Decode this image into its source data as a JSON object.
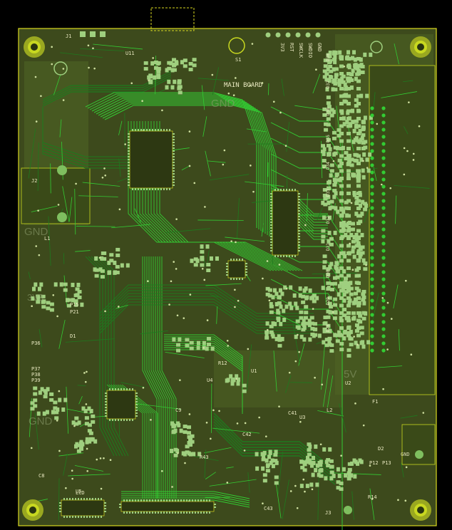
{
  "colors": {
    "background": "#000000",
    "board": "#3d4a1c",
    "copper_pour": "#4f6424",
    "trace_bright": "#33cc33",
    "trace_dark": "#1e7a1e",
    "pad": "#9fcf7f",
    "mount_hole": "#c8d820",
    "outline_yellow": "#d8d820",
    "silkscreen": "#e8e8c0"
  },
  "labels": {
    "main_board": "MAIN BOARD",
    "gnd_top": "GND",
    "gnd_left": "GND",
    "gnd_left2": "GND",
    "gnd_right": "GND",
    "v5": "5V",
    "vcc_left": "3V3",
    "j1": "J1",
    "j2": "J2",
    "j3": "J3",
    "u1": "U1",
    "u2": "U2",
    "u3": "U3",
    "u4": "U4",
    "u5": "U5",
    "u11": "U11",
    "l1": "L1",
    "l2": "L2",
    "f1": "F1",
    "s1": "S1",
    "d1": "D1",
    "d2": "D2",
    "p36": "P36",
    "p37": "P37",
    "p38": "P38",
    "p39": "P39",
    "p12": "P12",
    "p13": "P13",
    "p15": "P15",
    "p21": "P21",
    "r12": "R12",
    "r14": "R14",
    "r43": "R43",
    "c8": "C8",
    "c9": "C9",
    "c41": "C41",
    "c42": "C42",
    "c43": "C43",
    "lcd": "LCD"
  },
  "header_labels": [
    "GND",
    "SWDIO",
    "SWCLK",
    "RST",
    "3V3"
  ],
  "led_labels": [
    "D38",
    "D37",
    "D36",
    "D35",
    "D34",
    "D33",
    "D32",
    "D31",
    "D30",
    "D29",
    "D28"
  ]
}
